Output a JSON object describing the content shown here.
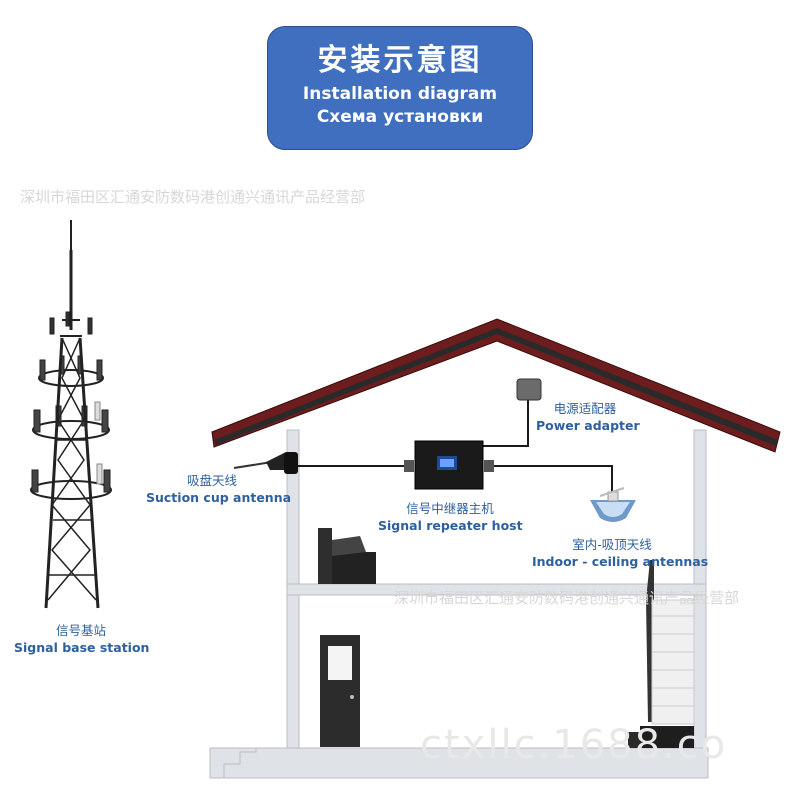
{
  "title": {
    "cn": "安装示意图",
    "en": "Installation diagram",
    "ru": "Схема установки"
  },
  "watermarks": {
    "company": "深圳市福田区汇通安防数码港创通兴通讯产品经营部",
    "site": "ctxllc.1688.co"
  },
  "labels": {
    "base_station": {
      "cn": "信号基站",
      "en": "Signal base station"
    },
    "suction_antenna": {
      "cn": "吸盘天线",
      "en": "Suction cup antenna"
    },
    "repeater": {
      "cn": "信号中继器主机",
      "en": "Signal repeater host"
    },
    "power_adapter": {
      "cn": "电源适配器",
      "en": "Power adapter"
    },
    "ceiling_antenna": {
      "cn": "室内-吸顶天线",
      "en": "Indoor - ceiling antennas"
    }
  },
  "colors": {
    "title_bg": "#3f6fbe",
    "label_text": "#2e5f9e",
    "roof": "#7a2020",
    "house_outline": "#cfd3d8"
  }
}
